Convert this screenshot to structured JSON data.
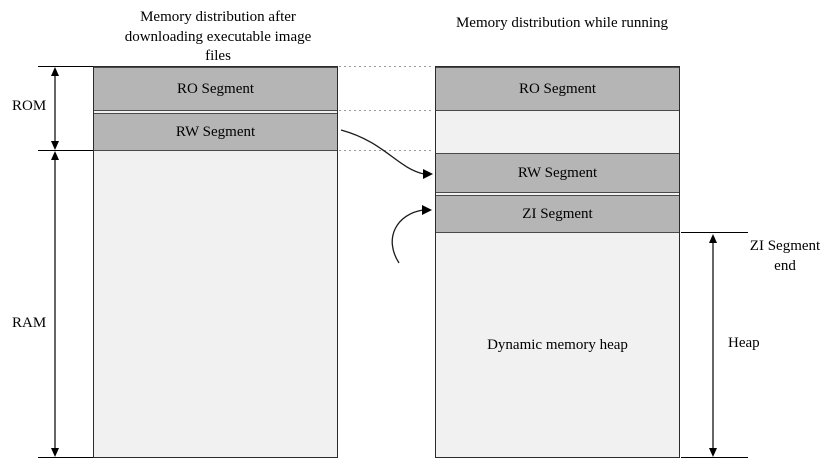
{
  "diagram": {
    "left": {
      "title": "Memory distribution after downloading executable image files",
      "segments": {
        "ro": "RO Segment",
        "rw": "RW Segment"
      },
      "rom_label": "ROM",
      "ram_label": "RAM"
    },
    "right": {
      "title": "Memory distribution while running",
      "segments": {
        "ro": "RO Segment",
        "rw": "RW Segment",
        "zi": "ZI Segment",
        "heap": "Dynamic memory heap"
      },
      "zi_end_label": "ZI Segment end",
      "heap_label": "Heap"
    },
    "colors": {
      "segment_fill": "#b5b5b5",
      "light_fill": "#f1f1f1",
      "line": "#000000",
      "dotted_line": "#9a9a9a"
    }
  }
}
